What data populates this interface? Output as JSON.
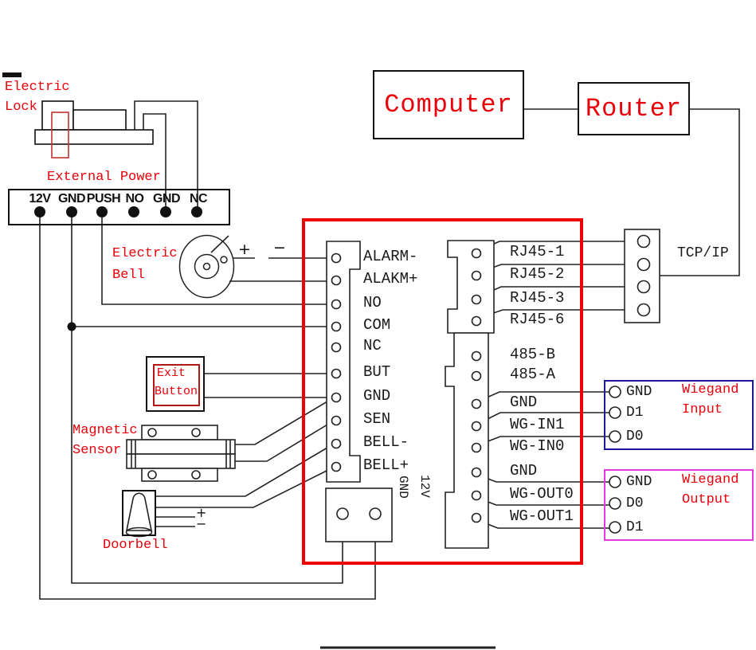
{
  "diagram_title": "access-control-wiring-diagram",
  "components": {
    "electric_lock": {
      "label_line1": "Electric",
      "label_line2": "Lock"
    },
    "external_power": {
      "label": "External Power",
      "terminals": [
        "12V",
        "GND",
        "PUSH",
        "NO",
        "GND",
        "NC"
      ]
    },
    "electric_bell": {
      "label_line1": "Electric",
      "label_line2": "Bell",
      "plus": "+",
      "minus": "−"
    },
    "computer": {
      "label": "Computer"
    },
    "router": {
      "label": "Router"
    },
    "tcpip": {
      "label": "TCP/IP"
    },
    "controller": {
      "left_terminals": [
        "ALARM-",
        "ALAKM+",
        "NO",
        "COM",
        "NC",
        "BUT",
        "GND",
        "SEN",
        "BELL-",
        "BELL+"
      ],
      "right_terminals": [
        "RJ45-1",
        "RJ45-2",
        "RJ45-3",
        "RJ45-6",
        "485-B",
        "485-A",
        "GND",
        "WG-IN1",
        "WG-IN0",
        "GND",
        "WG-OUT0",
        "WG-OUT1"
      ],
      "power_12v": "12V",
      "power_gnd": "GND"
    },
    "exit_button": {
      "label_line1": "Exit",
      "label_line2": "Button"
    },
    "magnetic_sensor": {
      "label_line1": "Magnetic",
      "label_line2": "Sensor"
    },
    "doorbell": {
      "label": "Doorbell",
      "plus": "+",
      "minus": "−"
    },
    "wiegand_input": {
      "title_line1": "Wiegand",
      "title_line2": "Input",
      "terminals": [
        "GND",
        "D1",
        "D0"
      ]
    },
    "wiegand_output": {
      "title_line1": "Wiegand",
      "title_line2": "Output",
      "terminals": [
        "GND",
        "D0",
        "D1"
      ]
    }
  },
  "colors": {
    "red_text": "#e8000a",
    "controller_border": "#ee0000",
    "wiegand_input_border": "#1a1a96",
    "wiegand_output_border": "#e438e4",
    "wire": "#222222"
  }
}
